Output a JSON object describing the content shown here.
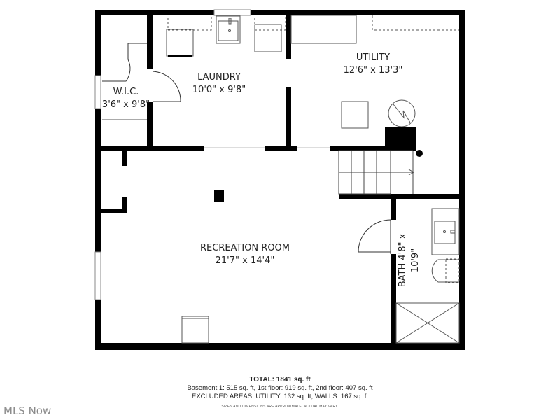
{
  "floorplan": {
    "rooms": [
      {
        "id": "wic",
        "name": "W.I.C.",
        "dimensions": "3'6\" x 9'8\""
      },
      {
        "id": "laundry",
        "name": "LAUNDRY",
        "dimensions": "10'0\" x 9'8\""
      },
      {
        "id": "utility",
        "name": "UTILITY",
        "dimensions": "12'6\" x 13'3\""
      },
      {
        "id": "recreation",
        "name": "RECREATION ROOM",
        "dimensions": "21'7\" x 14'4\""
      },
      {
        "id": "bath",
        "name": "BATH",
        "dimensions": "4'8\" x 10'9\""
      }
    ],
    "colors": {
      "wall": "#000000",
      "fixture": "#555555",
      "background": "#ffffff"
    }
  },
  "summary": {
    "total": "TOTAL: 1841 sq. ft",
    "breakdown": "Basement 1: 515 sq. ft, 1st floor: 919 sq. ft, 2nd floor: 407 sq. ft",
    "excluded": "EXCLUDED AREAS: UTILITY: 132 sq. ft, WALLS: 167 sq. ft",
    "disclaimer": "SIZES AND DIMENSIONS ARE APPROXIMATE, ACTUAL MAY VARY."
  },
  "brand": {
    "label": "MLS Now"
  }
}
